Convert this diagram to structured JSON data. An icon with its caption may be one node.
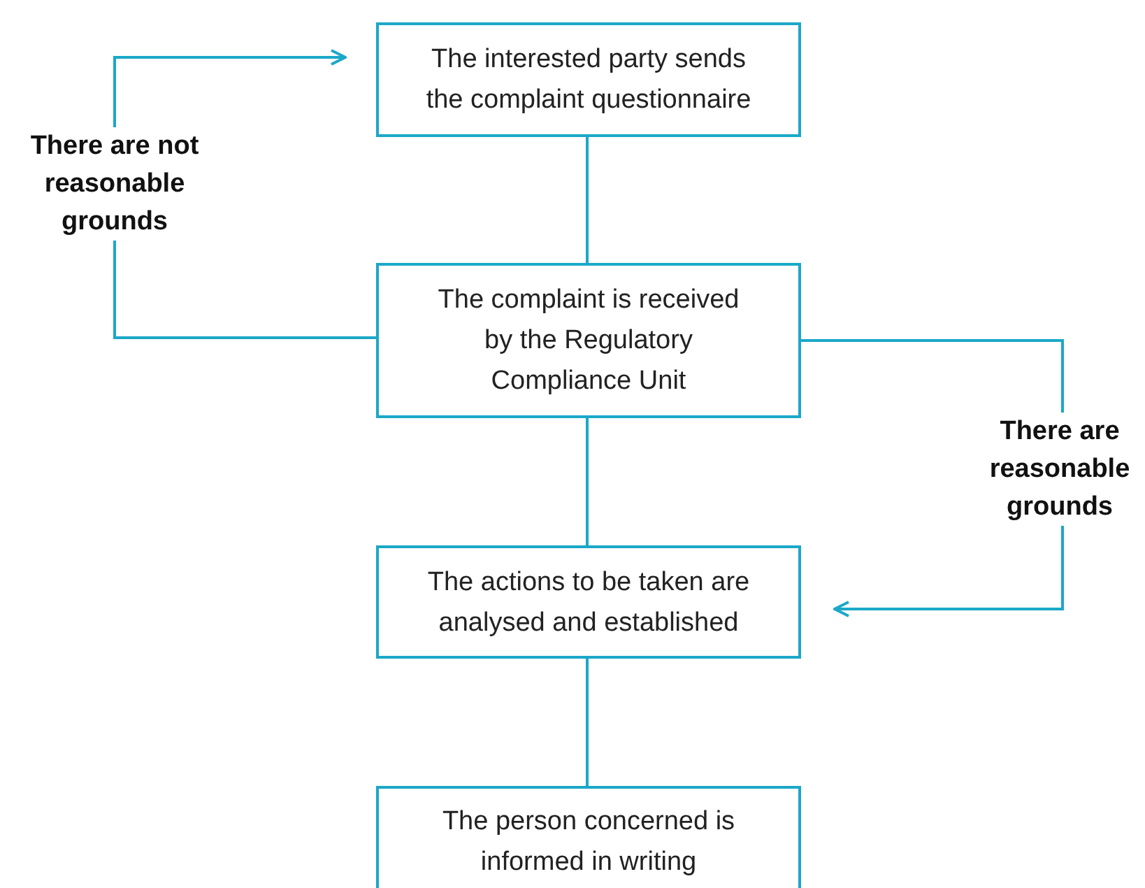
{
  "diagram": {
    "nodes": [
      {
        "text": [
          "The interested party sends the complaint questionnaire"
        ]
      },
      {
        "text": [
          "The complaint is received by the Regulatory Compliance Unit"
        ]
      },
      {
        "text": [
          "The actions to be taken are analysed and established"
        ]
      },
      {
        "text": [
          "The person concerned is informed in writing"
        ]
      }
    ],
    "edges": [
      {
        "from": 0,
        "to": 1,
        "arrow": "none"
      },
      {
        "from": 1,
        "to": 2,
        "arrow": "none"
      },
      {
        "from": 2,
        "to": 3,
        "arrow": "none"
      },
      {
        "from": 1,
        "to": 0,
        "arrow": "to",
        "label": "There are not reasonable grounds"
      },
      {
        "from": 1,
        "to": 2,
        "arrow": "to",
        "label": "There are reasonable grounds"
      }
    ]
  }
}
